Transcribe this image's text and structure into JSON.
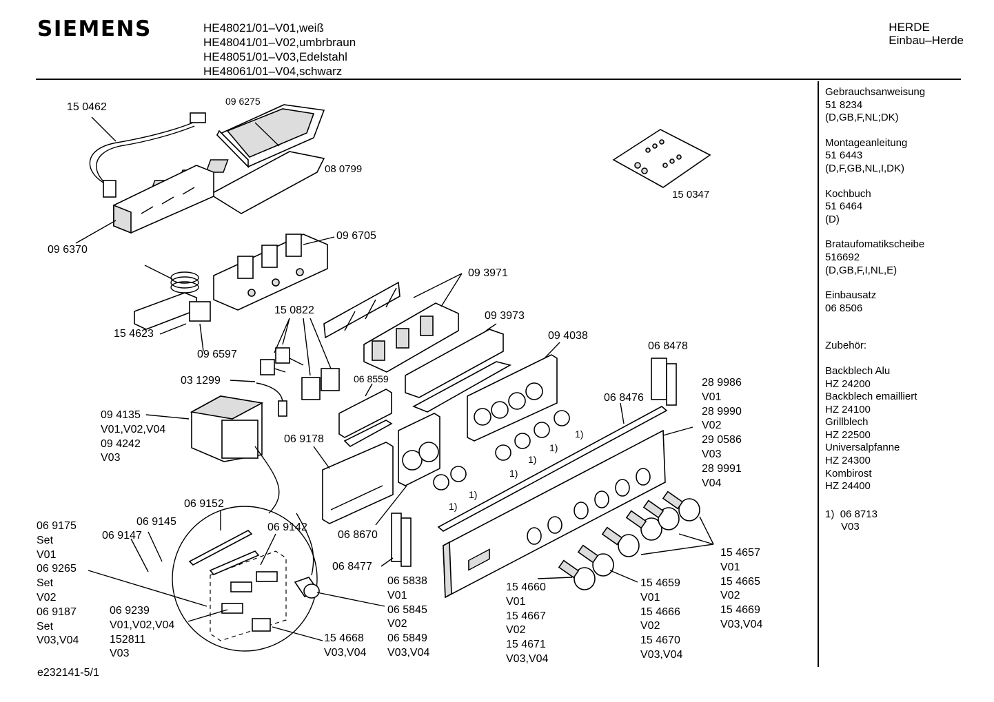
{
  "header": {
    "brand": "SIEMENS",
    "models": [
      "HE48021/01–V01,weiß",
      "HE48041/01–V02,umbrbraun",
      "HE48051/01–V03,Edelstahl",
      "HE48061/01–V04,schwarz"
    ],
    "category": [
      "HERDE",
      "Einbau–Herde"
    ]
  },
  "sidebar": {
    "documents": [
      {
        "title": "Gebrauchsanweisung",
        "number": "51 8234",
        "languages": "(D,GB,F,NL;DK)"
      },
      {
        "title": "Montageanleitung",
        "number": "51 6443",
        "languages": "(D,F,GB,NL,I,DK)"
      },
      {
        "title": "Kochbuch",
        "number": "51 6464",
        "languages": "(D)"
      },
      {
        "title": "Brataufomatikscheibe",
        "number": "516692",
        "languages": "(D,GB,F,I,NL,E)"
      },
      {
        "title": "Einbausatz",
        "number": "06 8506",
        "languages": ""
      }
    ],
    "accessories_heading": "Zubehör:",
    "accessories": [
      {
        "name": "Backblech Alu",
        "number": "HZ 24200"
      },
      {
        "name": "Backblech emailliert",
        "number": "HZ 24100"
      },
      {
        "name": "Grillblech",
        "number": "HZ 22500"
      },
      {
        "name": "Universalpfanne",
        "number": "HZ 24300"
      },
      {
        "name": "Kombirost",
        "number": "HZ 24400"
      }
    ],
    "footnote": {
      "mark": "1)",
      "number": "06 8713",
      "variant": "V03"
    }
  },
  "labels": [
    {
      "id": "p150462",
      "lines": [
        "15 0462"
      ]
    },
    {
      "id": "p096275",
      "lines": [
        "09 6275"
      ]
    },
    {
      "id": "p080799",
      "lines": [
        "08 0799"
      ]
    },
    {
      "id": "p150347",
      "lines": [
        "15 0347"
      ]
    },
    {
      "id": "p096370",
      "lines": [
        "09 6370"
      ]
    },
    {
      "id": "p096705",
      "lines": [
        "09 6705"
      ]
    },
    {
      "id": "p093971",
      "lines": [
        "09 3971"
      ]
    },
    {
      "id": "p150822",
      "lines": [
        "15 0822"
      ]
    },
    {
      "id": "p093973",
      "lines": [
        "09 3973"
      ]
    },
    {
      "id": "p154623",
      "lines": [
        "15 4623"
      ]
    },
    {
      "id": "p096597",
      "lines": [
        "09 6597"
      ]
    },
    {
      "id": "p094038",
      "lines": [
        "09 4038"
      ]
    },
    {
      "id": "p068478",
      "lines": [
        "06 8478"
      ]
    },
    {
      "id": "p031299",
      "lines": [
        "03 1299"
      ]
    },
    {
      "id": "p068559",
      "lines": [
        "06 8559"
      ]
    },
    {
      "id": "p068476",
      "lines": [
        "06 8476"
      ]
    },
    {
      "id": "p289986",
      "lines": [
        "28 9986",
        "V01",
        "28 9990",
        "V02",
        "29 0586",
        "V03",
        "28 9991",
        "V04"
      ]
    },
    {
      "id": "p094135",
      "lines": [
        "09 4135",
        "V01,V02,V04",
        "09 4242",
        "V03"
      ]
    },
    {
      "id": "p069178",
      "lines": [
        "06 9178"
      ]
    },
    {
      "id": "fn1",
      "lines": [
        "1)"
      ]
    },
    {
      "id": "fn2",
      "lines": [
        "1)"
      ]
    },
    {
      "id": "fn3",
      "lines": [
        "1)"
      ]
    },
    {
      "id": "fn4",
      "lines": [
        "1)"
      ]
    },
    {
      "id": "fn5",
      "lines": [
        "1)"
      ]
    },
    {
      "id": "fn6",
      "lines": [
        "1)"
      ]
    },
    {
      "id": "p069152",
      "lines": [
        "06 9152"
      ]
    },
    {
      "id": "p069145",
      "lines": [
        "06 9145"
      ]
    },
    {
      "id": "p069147",
      "lines": [
        "06 9147"
      ]
    },
    {
      "id": "p069142",
      "lines": [
        "06 9142"
      ]
    },
    {
      "id": "p068670",
      "lines": [
        "06 8670"
      ]
    },
    {
      "id": "p069175",
      "lines": [
        "06 9175",
        "Set",
        "V01",
        "06 9265",
        "Set",
        "V02",
        "06 9187",
        "Set",
        "V03,V04"
      ]
    },
    {
      "id": "p068477",
      "lines": [
        "06 8477"
      ]
    },
    {
      "id": "p065838",
      "lines": [
        "06 5838",
        "V01",
        "06 5845",
        "V02",
        "06 5849",
        "V03,V04"
      ]
    },
    {
      "id": "p154657",
      "lines": [
        "15 4657",
        "V01",
        "15 4665",
        "V02",
        "15 4669",
        "V03,V04"
      ]
    },
    {
      "id": "p154660",
      "lines": [
        "15 4660",
        "V01",
        "15 4667",
        "V02",
        "15 4671",
        "V03,V04"
      ]
    },
    {
      "id": "p154659",
      "lines": [
        "15 4659",
        "V01",
        "15 4666",
        "V02",
        "15 4670",
        "V03,V04"
      ]
    },
    {
      "id": "p069239",
      "lines": [
        "06 9239",
        "V01,V02,V04",
        "152811",
        "V03"
      ]
    },
    {
      "id": "p154668",
      "lines": [
        "15 4668",
        "V03,V04"
      ]
    }
  ],
  "footer": {
    "drawing_id": "e232141-5/1"
  }
}
